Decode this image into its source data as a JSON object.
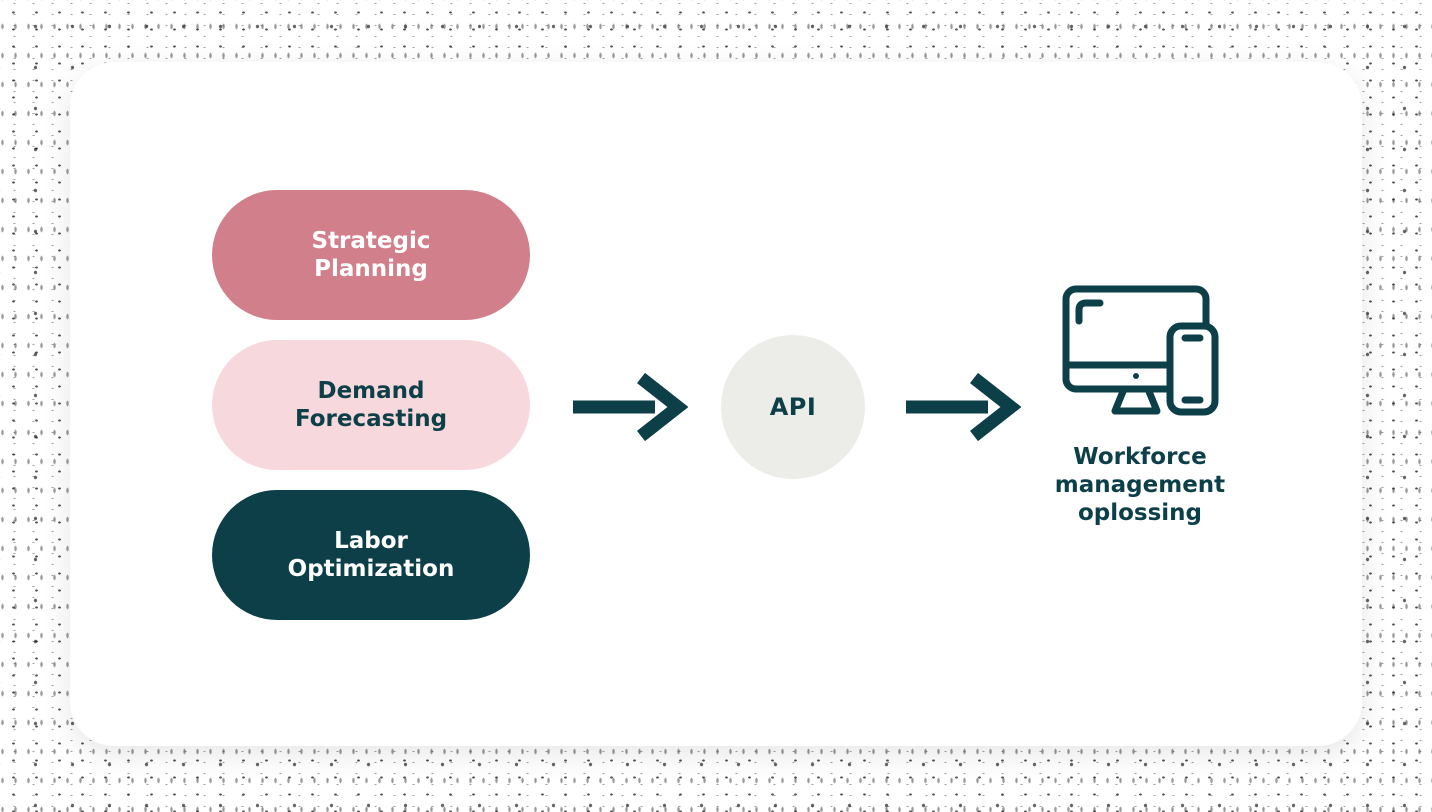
{
  "palette": {
    "teal_dark": "#0d3f49",
    "rose": "#d27f8c",
    "pink_light": "#f7d9dd",
    "gray_circle": "#ecede8",
    "card_bg": "#ffffff"
  },
  "pipeline": {
    "inputs": [
      {
        "label": "Strategic\nPlanning",
        "bg": "#d27f8c",
        "text_color": "#ffffff"
      },
      {
        "label": "Demand\nForecasting",
        "bg": "#f7d9dd",
        "text_color": "#0d3f49"
      },
      {
        "label": "Labor\nOptimization",
        "bg": "#0d3f49",
        "text_color": "#ffffff"
      }
    ],
    "connector": {
      "label": "API",
      "bg": "#ecede8",
      "text_color": "#0d3f49"
    },
    "arrows": {
      "icon": "arrow-right-icon",
      "color": "#0d3f49",
      "count": 2
    },
    "output": {
      "label": "Workforce\nmanagement\noplossing",
      "icon": "desktop-and-phone-icon",
      "text_color": "#0d3f49"
    }
  }
}
